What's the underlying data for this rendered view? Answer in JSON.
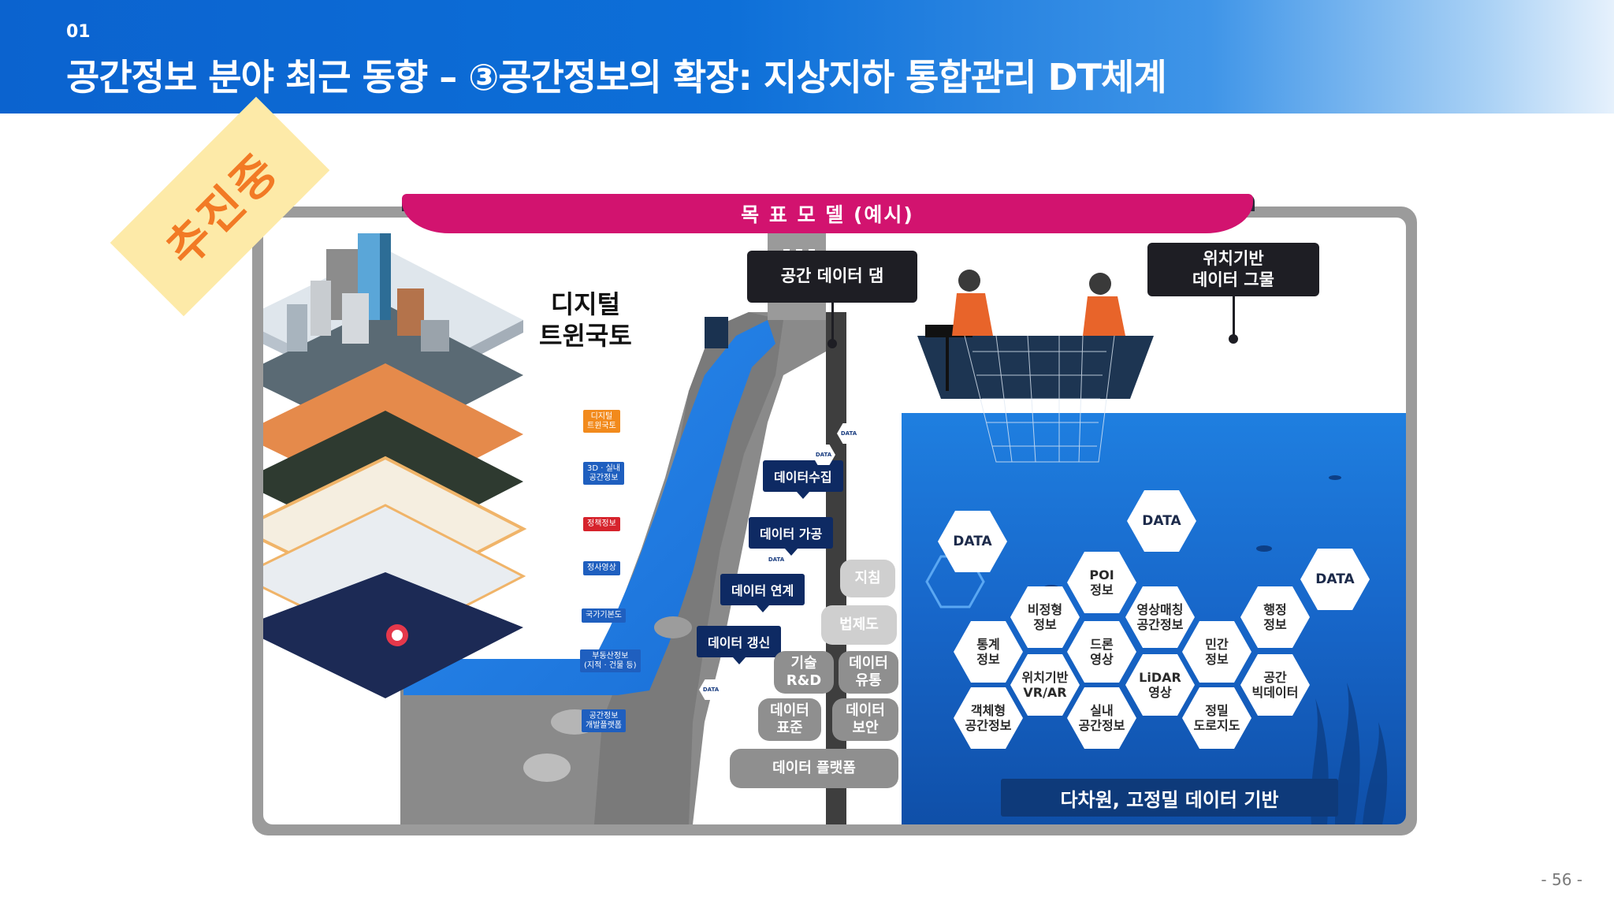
{
  "header": {
    "section_number": "01",
    "title": "공간정보 분야 최근 동향 – ③공간정보의 확장: 지상지하 통합관리 DT체계"
  },
  "stamp": {
    "label": "추진중"
  },
  "diagram": {
    "banner": "목 표 모 델 (예시)",
    "city_label": [
      "디지털",
      "트윈국토"
    ],
    "layer_tags": [
      "디지털\n트윈국토",
      "3D · 실내\n공간정보",
      "정책정보",
      "정사영상",
      "국가기본도",
      "부동산정보\n(지적 · 건물 등)",
      "공간정보\n개발플랫폼"
    ],
    "dam_callout": "공간 데이터 댐",
    "net_callout": [
      "위치기반",
      "데이터 그물"
    ],
    "process_tags": [
      "데이터수집",
      "데이터 가공",
      "데이터 연계",
      "데이터 갱신"
    ],
    "data_badge": "DATA",
    "gray_boxes": {
      "guideline": "지침",
      "law": "법제도",
      "tech_rd": [
        "기술",
        "R&D"
      ],
      "data_flow": [
        "데이터",
        "유통"
      ],
      "data_standard": [
        "데이터",
        "표준"
      ],
      "data_security": [
        "데이터",
        "보안"
      ],
      "platform": "데이터 플랫폼"
    },
    "hexes": {
      "data1": "DATA",
      "data2": "DATA",
      "data3": "DATA",
      "poi": [
        "POI",
        "정보"
      ],
      "unstructured": [
        "비정형",
        "정보"
      ],
      "video_matching": [
        "영상매칭",
        "공간정보"
      ],
      "admin": [
        "행정",
        "정보"
      ],
      "stats": [
        "통계",
        "정보"
      ],
      "drone": [
        "드론",
        "영상"
      ],
      "private": [
        "민간",
        "정보"
      ],
      "location_vrar": [
        "위치기반",
        "VR/AR"
      ],
      "lidar": [
        "LiDAR",
        "영상"
      ],
      "spatial_bigdata": [
        "공간",
        "빅데이터"
      ],
      "object_type": [
        "객체형",
        "공간정보"
      ],
      "indoor": [
        "실내",
        "공간정보"
      ],
      "precise_road": [
        "정밀",
        "도로지도"
      ]
    },
    "bottom_bar": "다차원, 고정밀 데이터 기반"
  },
  "footer": {
    "page": "- 56 -"
  },
  "colors": {
    "header_blue": "#0b63cf",
    "banner_magenta": "#d2136f",
    "stamp_orange": "#f27a25",
    "navy": "#0e2a63",
    "water": "#1a73d8"
  }
}
